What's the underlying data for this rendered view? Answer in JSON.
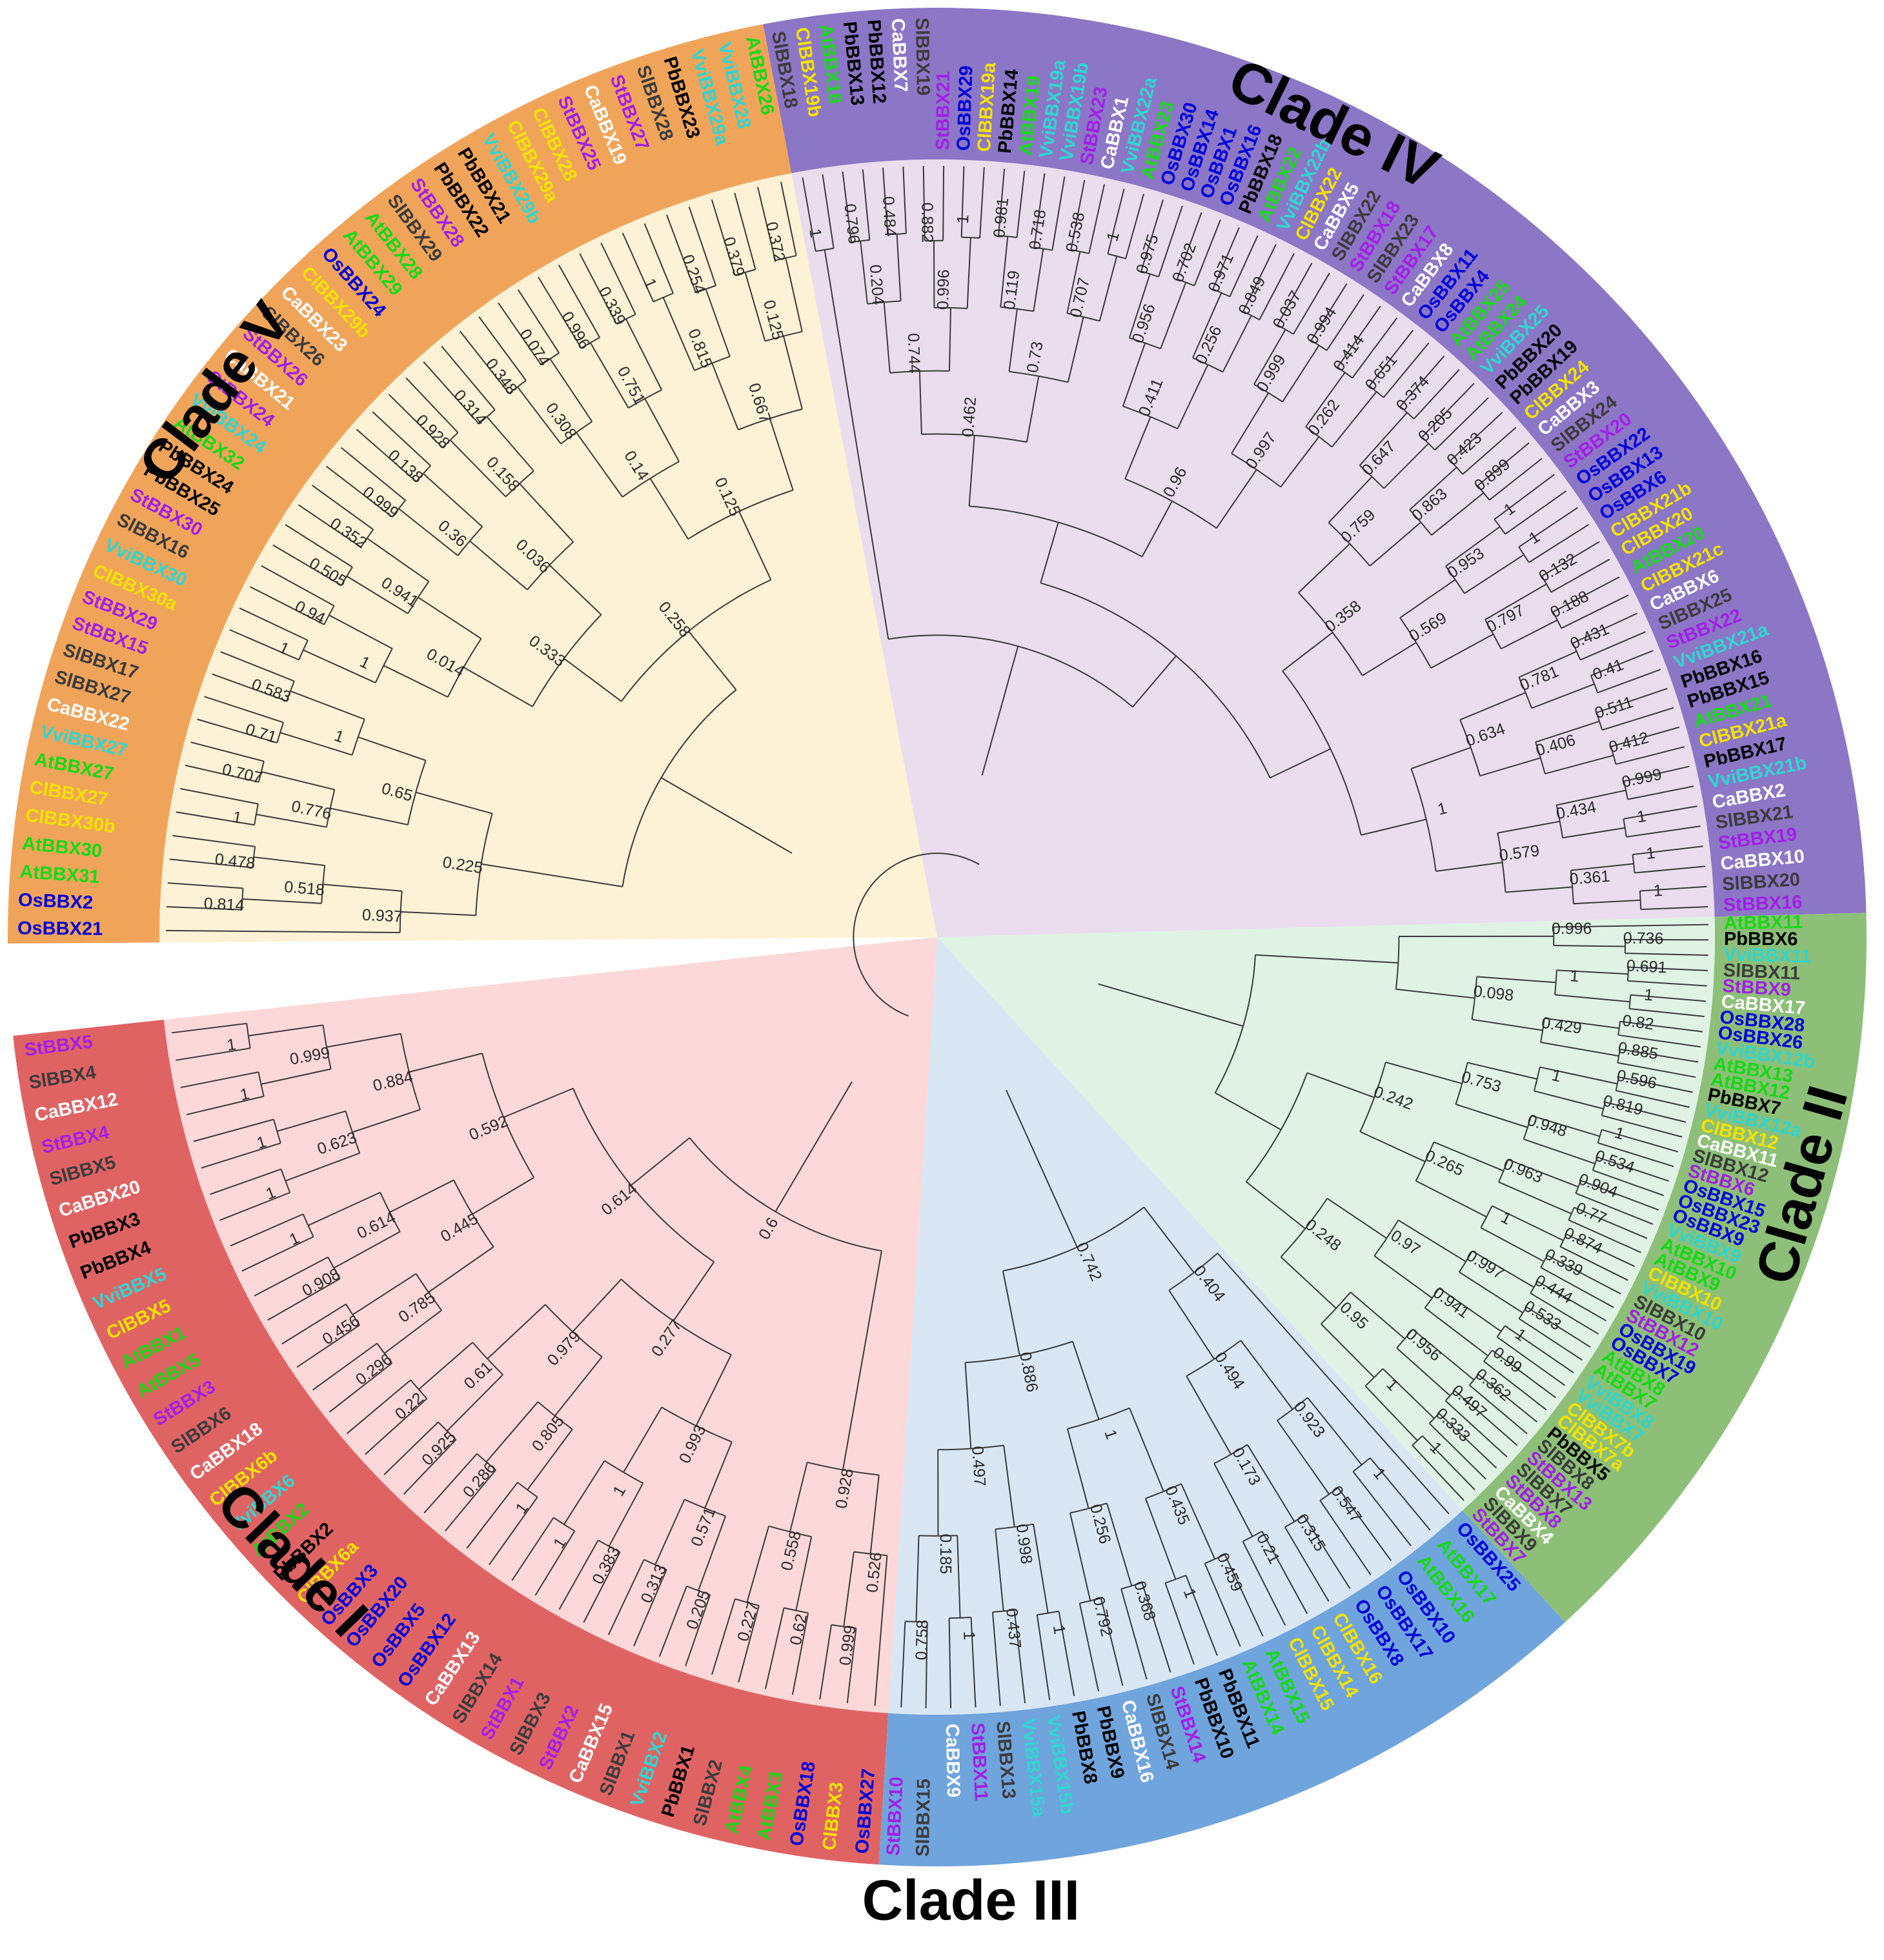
{
  "colors": {
    "species": {
      "At": "#16d916",
      "Ca": "#ffffff",
      "Cl": "#f2e200",
      "Os": "#0000d8",
      "Pb": "#000000",
      "Sl": "#3c3c3c",
      "St": "#a21fe6",
      "Vvi": "#2fd6d0"
    },
    "tree_line": "#3a3a3a"
  },
  "clades": [
    {
      "id": "I",
      "label": "Clade I",
      "label_angle": 224,
      "label_radius": 1395,
      "start_angle": 186.1,
      "end_angle": 266.4,
      "ring_color": "#e06364",
      "fill_color": "#fcd8d8",
      "leaves": [
        "StBBX5",
        "SlBBX4",
        "CaBBX12",
        "StBBX4",
        "SlBBX5",
        "CaBBX20",
        "PbBBX3",
        "PbBBX4",
        "VviBBX5",
        "ClBBX5",
        "AtBBX1",
        "AtBBX5",
        "StBBX3",
        "SlBBX6",
        "CaBBX18",
        "ClBBX6b",
        "VviBBX6",
        "AtBBX2",
        "PbBBX2",
        "ClBBX6a",
        "OsBBX3",
        "OsBBX20",
        "OsBBX5",
        "OsBBX12",
        "CaBBX13",
        "SlBBX14",
        "StBBX1",
        "SlBBX3",
        "StBBX2",
        "CaBBX15",
        "SlBBX1",
        "VviBBX2",
        "PbBBX1",
        "SlBBX2",
        "AtBBX4",
        "AtBBX3",
        "OsBBX18",
        "ClBBX3",
        "OsBBX27"
      ],
      "support": [
        "1",
        "1",
        "1",
        "1",
        "1",
        "0.908",
        "0.456",
        "0.296",
        "0.22",
        "0.925",
        "0.286",
        "1",
        "1",
        "0.383",
        "0.313",
        "0.205",
        "0.227",
        "0.62",
        "0.999",
        "0.999",
        "0.623",
        "0.614",
        "0.785",
        "0.61",
        "0.805",
        "1",
        "0.571",
        "0.558",
        "0.526",
        "0.884",
        "0.445",
        "0.979",
        "0.993",
        "0.928",
        "0.592",
        "0.277",
        "0.614",
        "0.6"
      ]
    },
    {
      "id": "III",
      "label": "Clade III",
      "label_angle": 272,
      "label_radius": 1500,
      "start_angle": 266.4,
      "end_angle": 312.5,
      "ring_color": "#6fa4dd",
      "fill_color": "#d9e6f3",
      "leaves": [
        "StBBX10",
        "SlBBX15",
        "CaBBX9",
        "StBBX11",
        "SlBBX13",
        "VviBBX15a",
        "VviBBX15b",
        "PbBBX8",
        "PbBBX9",
        "CaBBX16",
        "SlBBX14",
        "StBBX14",
        "PbBBX10",
        "PbBBX11",
        "AtBBX14",
        "AtBBX15",
        "ClBBX15",
        "ClBBX14",
        "ClBBX16",
        "OsBBX8",
        "OsBBX17",
        "OsBBX10",
        "AtBBX16",
        "AtBBX17",
        "OsBBX25"
      ],
      "support": [
        "0.758",
        "1",
        "0.437",
        "1",
        "0.792",
        "0.368",
        "1",
        "0.459",
        "0.21",
        "0.315",
        "0.547",
        "1",
        "0.185",
        "0.998",
        "0.256",
        "0.435",
        "0.173",
        "0.923",
        "0.497",
        "1",
        "0.494",
        "0.886",
        "0.404",
        "0.742"
      ]
    },
    {
      "id": "II",
      "label": "Clade II",
      "label_angle": 344,
      "label_radius": 1400,
      "start_angle": 312.5,
      "end_angle": 361.5,
      "ring_color": "#8dbf78",
      "fill_color": "#dff2e4",
      "leaves": [
        "StBBX7",
        "SlBBX9",
        "CaBBX4",
        "StBBX8",
        "SlBBX7",
        "StBBX13",
        "SlBBX8",
        "PbBBX5",
        "ClBBX7a",
        "ClBBX7b",
        "VviBBX7",
        "VviBBX8",
        "AtBBX7",
        "AtBBX8",
        "OsBBX7",
        "OsBBX19",
        "StBBX12",
        "SlBBX10",
        "VviBBX10",
        "ClBBX10",
        "AtBBX9",
        "AtBBX10",
        "VviBBX9",
        "OsBBX9",
        "OsBBX23",
        "OsBBX15",
        "StBBX6",
        "SlBBX12",
        "CaBBX11",
        "ClBBX12",
        "VviBBX12a",
        "PbBBX7",
        "AtBBX12",
        "AtBBX13",
        "VviBBX12b",
        "OsBBX26",
        "OsBBX28",
        "CaBBX17",
        "StBBX9",
        "SlBBX11",
        "VviBBX11",
        "PbBBX6",
        "AtBBX11"
      ],
      "support": [
        "1",
        "0.333",
        "0.497",
        "0.362",
        "0.99",
        "1",
        "0.533",
        "0.444",
        "0.339",
        "0.874",
        "0.77",
        "0.904",
        "0.534",
        "1",
        "0.819",
        "0.596",
        "0.885",
        "0.82",
        "1",
        "0.691",
        "0.736",
        "1",
        "0.956",
        "0.941",
        "0.997",
        "1",
        "0.963",
        "0.948",
        "1",
        "0.429",
        "1",
        "0.996",
        "0.95",
        "0.97",
        "0.265",
        "0.753",
        "0.098",
        "0.248",
        "0.242"
      ]
    },
    {
      "id": "IV",
      "label": "Clade IV",
      "label_angle": 64,
      "label_radius": 1395,
      "start_angle": 1.5,
      "end_angle": 100.8,
      "ring_color": "#8c76c6",
      "fill_color": "#e9ddee",
      "leaves": [
        "StBBX16",
        "SlBBX20",
        "CaBBX10",
        "StBBX19",
        "SlBBX21",
        "CaBBX2",
        "VviBBX21b",
        "PbBBX17",
        "ClBBX21a",
        "AtBBX21",
        "PbBBX15",
        "PbBBX16",
        "VviBBX21a",
        "StBBX22",
        "SlBBX25",
        "CaBBX6",
        "ClBBX21c",
        "AtBBX20",
        "ClBBX20",
        "ClBBX21b",
        "OsBBX6",
        "OsBBX13",
        "OsBBX22",
        "StBBX20",
        "SlBBX24",
        "CaBBX3",
        "ClBBX24",
        "PbBBX19",
        "PbBBX20",
        "VviBBX25",
        "AtBBX24",
        "AtBBX25",
        "OsBBX4",
        "OsBBX11",
        "CaBBX8",
        "StBBX17",
        "SlBBX23",
        "StBBX18",
        "SlBBX22",
        "CaBBX5",
        "ClBBX22",
        "VviBBX22b",
        "AtBBX22",
        "PbBBX18",
        "OsBBX16",
        "OsBBX1",
        "OsBBX14",
        "OsBBX30",
        "AtBBX23",
        "VviBBX22a",
        "CaBBX1",
        "StBBX23",
        "VviBBX19b",
        "VviBBX19a",
        "AtBBX19",
        "PbBBX14",
        "ClBBX19a",
        "OsBBX29",
        "StBBX21",
        "SlBBX19",
        "CaBBX7",
        "PbBBX12",
        "PbBBX13",
        "AtBBX18",
        "ClBBX19b",
        "SlBBX18"
      ],
      "support": [
        "1",
        "1",
        "1",
        "0.999",
        "0.412",
        "0.511",
        "0.41",
        "0.431",
        "0.188",
        "0.132",
        "1",
        "1",
        "0.899",
        "0.423",
        "0.205",
        "0.374",
        "0.651",
        "0.414",
        "0.994",
        "0.037",
        "0.849",
        "0.971",
        "0.702",
        "0.975",
        "1",
        "0.538",
        "0.718",
        "0.981",
        "1",
        "0.882",
        "0.484",
        "0.796",
        "1",
        "0.361",
        "0.434",
        "0.406",
        "0.781",
        "0.797",
        "0.953",
        "0.863",
        "0.647",
        "0.262",
        "0.999",
        "0.256",
        "0.956",
        "0.707",
        "0.119",
        "0.996",
        "0.204",
        "0.579",
        "0.634",
        "0.569",
        "0.759",
        "0.997",
        "0.411",
        "0.73",
        "0.744",
        "1",
        "0.358",
        "0.96",
        "0.462"
      ]
    },
    {
      "id": "V",
      "label": "Clade V",
      "label_angle": 143,
      "label_radius": 1395,
      "start_angle": 100.8,
      "end_angle": 180.4,
      "ring_color": "#f0a45a",
      "fill_color": "#fdf2d5",
      "leaves": [
        "AtBBX26",
        "VviBBX28",
        "VviBBX29a",
        "PbBBX23",
        "SlBBX28",
        "StBBX27",
        "CaBBX19",
        "StBBX25",
        "ClBBX28",
        "ClBBX29a",
        "VviBBX29b",
        "PbBBX21",
        "PbBBX22",
        "StBBX28",
        "SlBBX29",
        "AtBBX28",
        "AtBBX29",
        "OsBBX24",
        "ClBBX29b",
        "CaBBX23",
        "SlBBX26",
        "StBBX26",
        "CaBBX21",
        "StBBX24",
        "VviBBX24",
        "AtBBX32",
        "PbBBX24",
        "PbBBX25",
        "StBBX30",
        "SlBBX16",
        "VviBBX30",
        "ClBBX30a",
        "StBBX29",
        "StBBX15",
        "SlBBX17",
        "SlBBX27",
        "CaBBX22",
        "VviBBX27",
        "AtBBX27",
        "ClBBX27",
        "ClBBX30b",
        "AtBBX30",
        "AtBBX31",
        "OsBBX2",
        "OsBBX21"
      ],
      "support": [
        "0.372",
        "0.379",
        "0.254",
        "1",
        "0.339",
        "0.996",
        "0.074",
        "0.348",
        "0.314",
        "0.928",
        "0.138",
        "0.999",
        "0.352",
        "0.505",
        "0.94",
        "1",
        "0.583",
        "0.71",
        "0.707",
        "1",
        "0.478",
        "0.814",
        "0.125",
        "0.815",
        "0.751",
        "0.308",
        "0.158",
        "0.36",
        "0.941",
        "1",
        "1",
        "0.776",
        "0.518",
        "0.667",
        "0.14",
        "0.036",
        "0.014",
        "0.65",
        "0.937",
        "0.125",
        "0.333",
        "0.225",
        "0.258"
      ]
    }
  ]
}
